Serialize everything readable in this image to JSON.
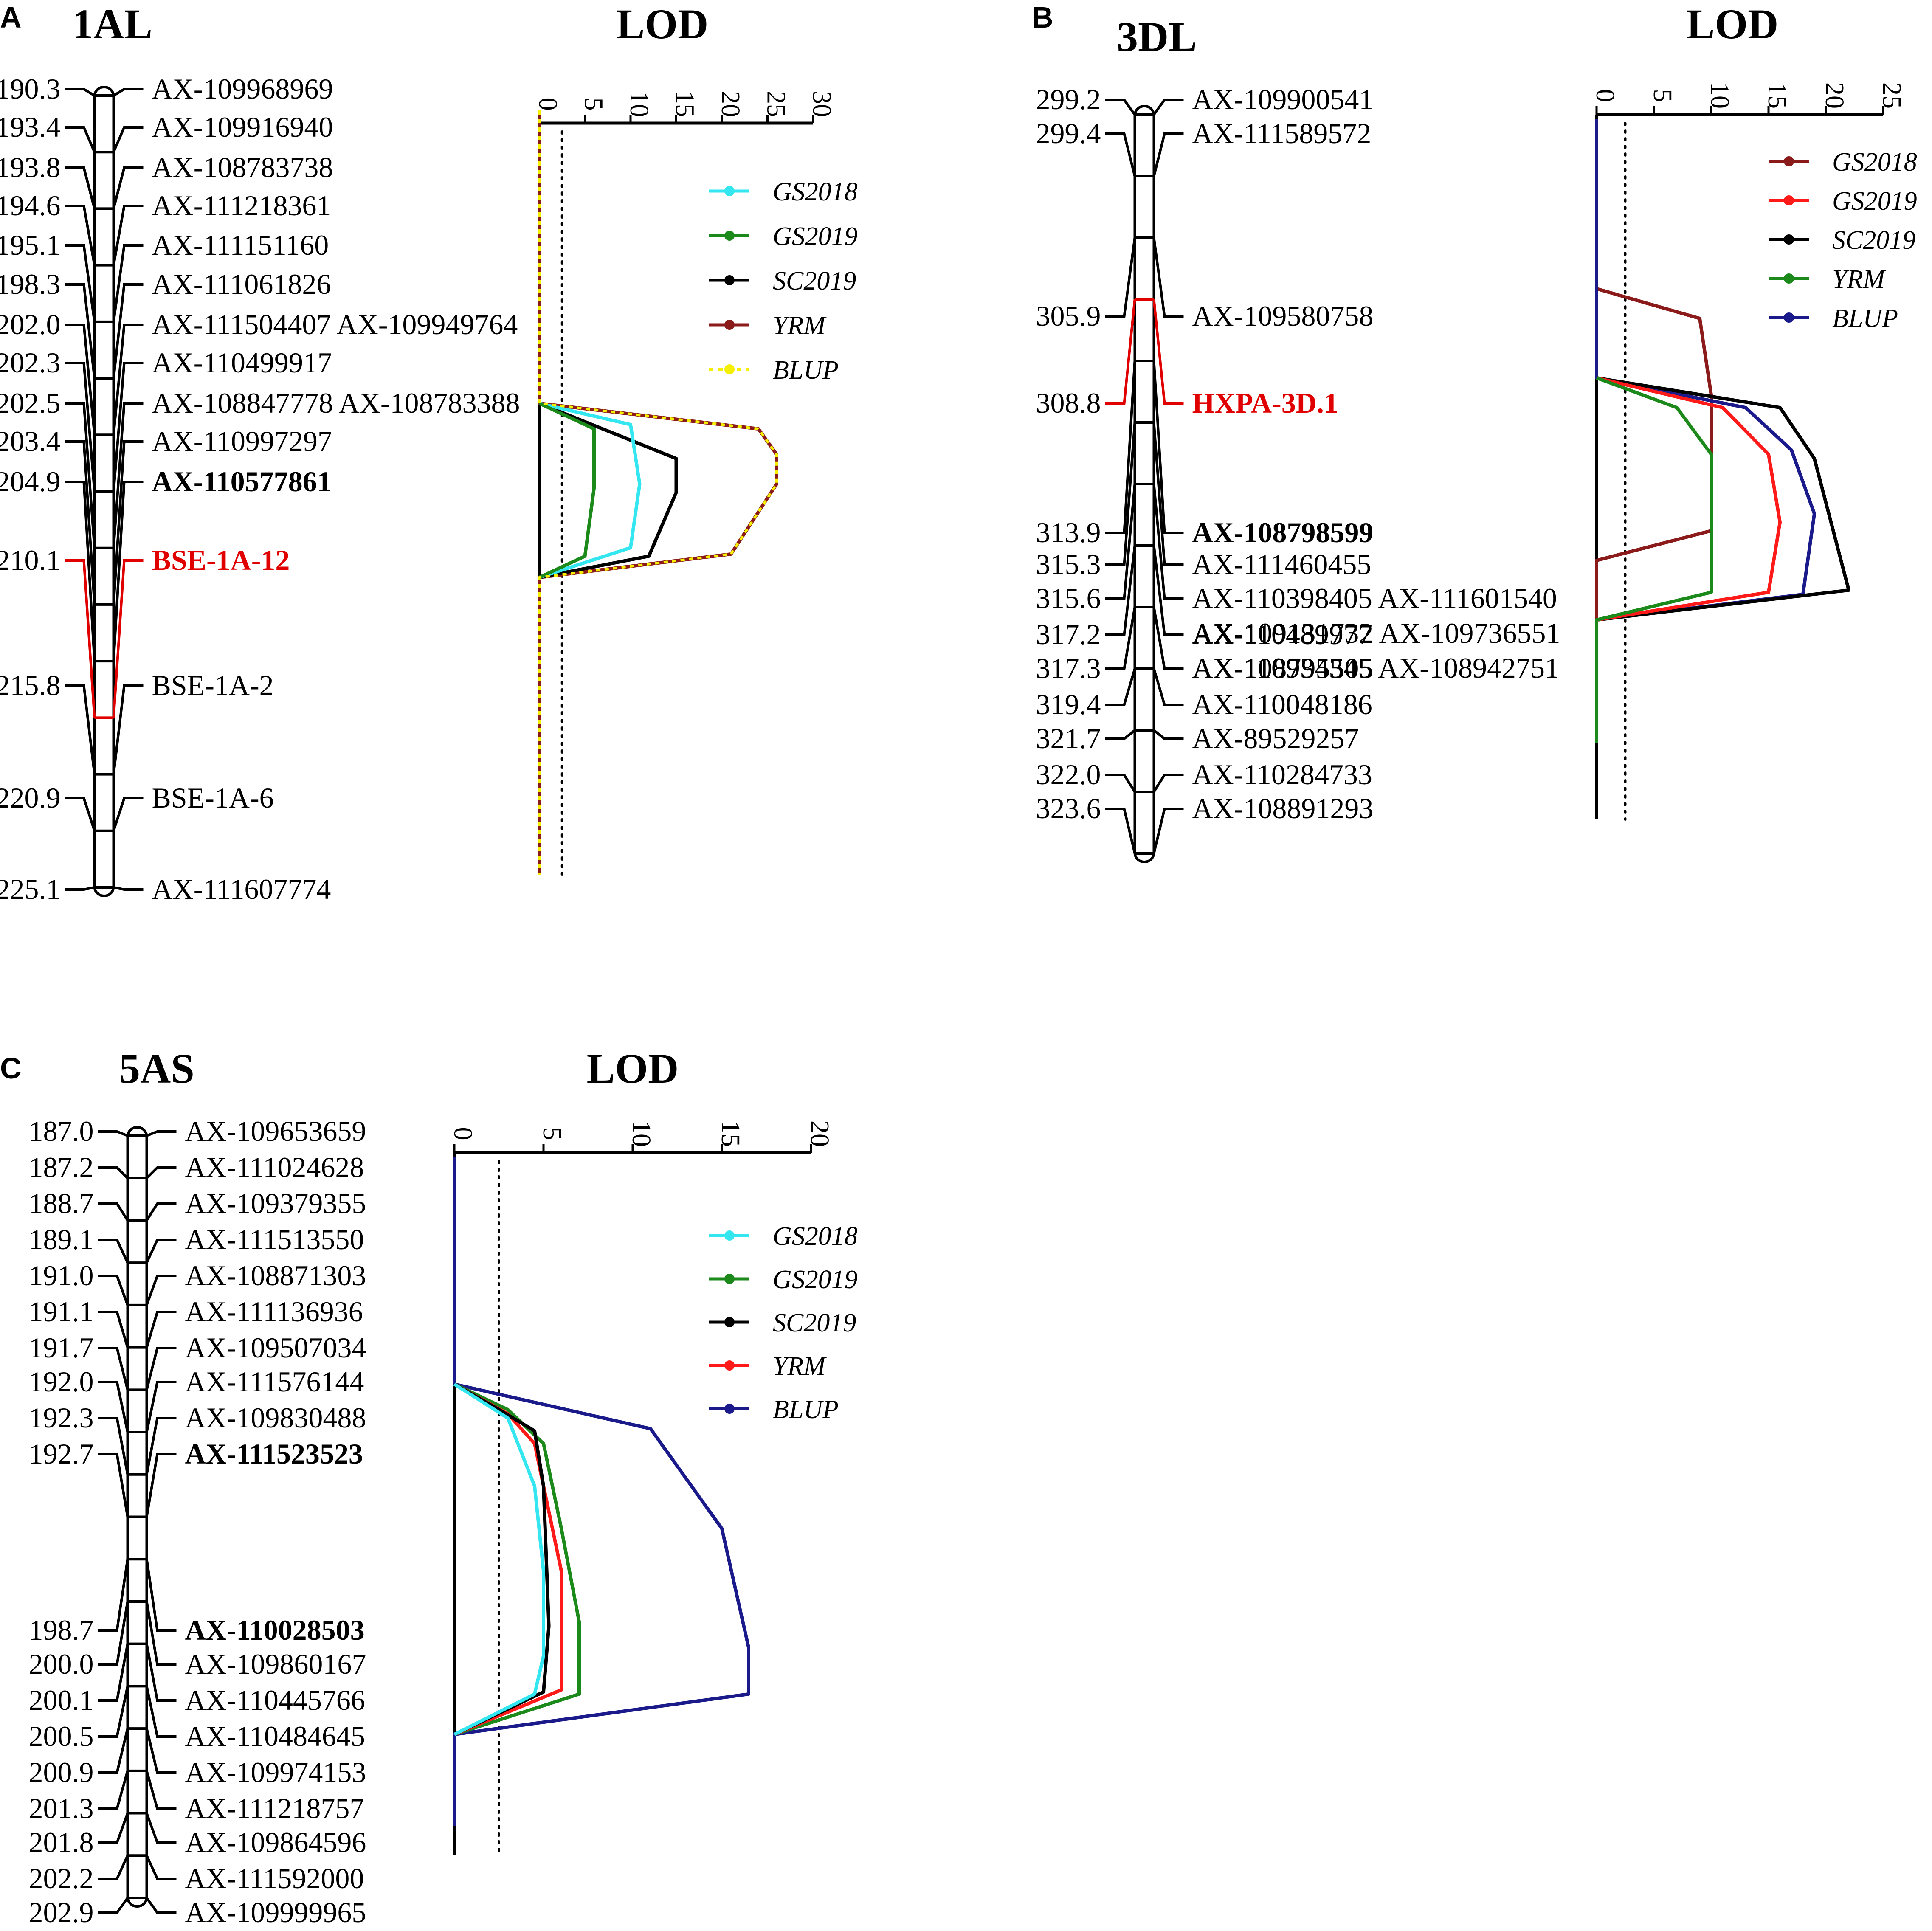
{
  "figure": {
    "panels": [
      {
        "id": "A",
        "letter": "A",
        "chromosome": "1AL",
        "lod_title": "LOD",
        "markers": [
          {
            "pos": "190.3",
            "names": [
              "AX-109968969"
            ],
            "style": "normal"
          },
          {
            "pos": "193.4",
            "names": [
              "AX-109916940"
            ],
            "style": "normal"
          },
          {
            "pos": "193.8",
            "names": [
              "AX-108783738"
            ],
            "style": "normal"
          },
          {
            "pos": "194.6",
            "names": [
              "AX-111218361"
            ],
            "style": "normal"
          },
          {
            "pos": "195.1",
            "names": [
              "AX-111151160"
            ],
            "style": "normal"
          },
          {
            "pos": "198.3",
            "names": [
              "AX-111061826"
            ],
            "style": "normal"
          },
          {
            "pos": "202.0",
            "names": [
              "AX-111504407 AX-109949764"
            ],
            "style": "normal"
          },
          {
            "pos": "202.3",
            "names": [
              "AX-110499917"
            ],
            "style": "normal"
          },
          {
            "pos": "202.5",
            "names": [
              "AX-108847778 AX-108783388"
            ],
            "style": "normal"
          },
          {
            "pos": "203.4",
            "names": [
              "AX-110997297"
            ],
            "style": "normal"
          },
          {
            "pos": "204.9",
            "names": [
              "AX-110577861"
            ],
            "style": "bold"
          },
          {
            "pos": "210.1",
            "names": [
              "BSE-1A-12"
            ],
            "style": "red"
          },
          {
            "pos": "215.8",
            "names": [
              "BSE-1A-2"
            ],
            "style": "normal"
          },
          {
            "pos": "220.9",
            "names": [
              "BSE-1A-6"
            ],
            "style": "normal"
          },
          {
            "pos": "225.1",
            "names": [
              "AX-111607774"
            ],
            "style": "normal"
          }
        ],
        "lod_axis": {
          "ticks": [
            "0",
            "5",
            "10",
            "15",
            "20",
            "25",
            "30"
          ],
          "max": 30,
          "threshold": 2.5
        },
        "legend": [
          {
            "name": "GS2018",
            "color": "#33e6f0",
            "dotted": false
          },
          {
            "name": "GS2019",
            "color": "#1b8a1b",
            "dotted": false
          },
          {
            "name": "SC2019",
            "color": "#000000",
            "dotted": false
          },
          {
            "name": "YRM",
            "color": "#8b1a1a",
            "dotted": false
          },
          {
            "name": "BLUP",
            "color": "#f4f000",
            "dotted": true
          }
        ]
      },
      {
        "id": "B",
        "letter": "B",
        "chromosome": "3DL",
        "lod_title": "LOD",
        "markers": [
          {
            "pos": "299.2",
            "names": [
              "AX-109900541"
            ],
            "style": "normal"
          },
          {
            "pos": "299.4",
            "names": [
              "AX-111589572"
            ],
            "style": "normal"
          },
          {
            "pos": "305.9",
            "names": [
              "AX-109580758"
            ],
            "style": "normal"
          },
          {
            "pos": "308.8",
            "names": [
              "HXPA-3D.1"
            ],
            "style": "red"
          },
          {
            "pos": "313.9",
            "names": [
              "AX-108798599"
            ],
            "style": "bold"
          },
          {
            "pos": "315.3",
            "names": [
              "AX-111460455"
            ],
            "style": "normal"
          },
          {
            "pos": "315.6",
            "names": [
              "AX-110398405 AX-111601540",
              "AX-109131732 AX-109736551",
              "AX-110934345 AX-108942751"
            ],
            "style": "normal"
          },
          {
            "pos": "317.2",
            "names": [
              "AX-110489977"
            ],
            "style": "normal"
          },
          {
            "pos": "317.3",
            "names": [
              "AX-108795505"
            ],
            "style": "normal"
          },
          {
            "pos": "319.4",
            "names": [
              "AX-110048186"
            ],
            "style": "normal"
          },
          {
            "pos": "321.7",
            "names": [
              "AX-89529257"
            ],
            "style": "normal"
          },
          {
            "pos": "322.0",
            "names": [
              "AX-110284733"
            ],
            "style": "normal"
          },
          {
            "pos": "323.6",
            "names": [
              "AX-108891293"
            ],
            "style": "normal"
          }
        ],
        "lod_axis": {
          "ticks": [
            "0",
            "5",
            "10",
            "15",
            "20",
            "25"
          ],
          "max": 25,
          "threshold": 2.5
        },
        "legend": [
          {
            "name": "GS2018",
            "color": "#8b1a1a",
            "dotted": false
          },
          {
            "name": "GS2019",
            "color": "#ff1a1a",
            "dotted": false
          },
          {
            "name": "SC2019",
            "color": "#000000",
            "dotted": false
          },
          {
            "name": "YRM",
            "color": "#1b8a1b",
            "dotted": false
          },
          {
            "name": "BLUP",
            "color": "#1a1a8b",
            "dotted": false
          }
        ]
      },
      {
        "id": "C",
        "letter": "C",
        "chromosome": "5AS",
        "lod_title": "LOD",
        "markers": [
          {
            "pos": "187.0",
            "names": [
              "AX-109653659"
            ],
            "style": "normal"
          },
          {
            "pos": "187.2",
            "names": [
              "AX-111024628"
            ],
            "style": "normal"
          },
          {
            "pos": "188.7",
            "names": [
              "AX-109379355"
            ],
            "style": "normal"
          },
          {
            "pos": "189.1",
            "names": [
              "AX-111513550"
            ],
            "style": "normal"
          },
          {
            "pos": "191.0",
            "names": [
              "AX-108871303"
            ],
            "style": "normal"
          },
          {
            "pos": "191.1",
            "names": [
              "AX-111136936"
            ],
            "style": "normal"
          },
          {
            "pos": "191.7",
            "names": [
              "AX-109507034"
            ],
            "style": "normal"
          },
          {
            "pos": "192.0",
            "names": [
              "AX-111576144"
            ],
            "style": "normal"
          },
          {
            "pos": "192.3",
            "names": [
              "AX-109830488"
            ],
            "style": "normal"
          },
          {
            "pos": "192.7",
            "names": [
              "AX-111523523"
            ],
            "style": "bold"
          },
          {
            "pos": "198.7",
            "names": [
              "AX-110028503"
            ],
            "style": "bold"
          },
          {
            "pos": "200.0",
            "names": [
              "AX-109860167"
            ],
            "style": "normal"
          },
          {
            "pos": "200.1",
            "names": [
              "AX-110445766"
            ],
            "style": "normal"
          },
          {
            "pos": "200.5",
            "names": [
              "AX-110484645"
            ],
            "style": "normal"
          },
          {
            "pos": "200.9",
            "names": [
              "AX-109974153"
            ],
            "style": "normal"
          },
          {
            "pos": "201.3",
            "names": [
              "AX-111218757"
            ],
            "style": "normal"
          },
          {
            "pos": "201.8",
            "names": [
              "AX-109864596"
            ],
            "style": "normal"
          },
          {
            "pos": "202.2",
            "names": [
              "AX-111592000"
            ],
            "style": "normal"
          },
          {
            "pos": "202.9",
            "names": [
              "AX-109999965"
            ],
            "style": "normal"
          }
        ],
        "lod_axis": {
          "ticks": [
            "0",
            "5",
            "10",
            "15",
            "20"
          ],
          "max": 20,
          "threshold": 2.5
        },
        "legend": [
          {
            "name": "GS2018",
            "color": "#33e6f0",
            "dotted": false
          },
          {
            "name": "GS2019",
            "color": "#1b8a1b",
            "dotted": false
          },
          {
            "name": "SC2019",
            "color": "#000000",
            "dotted": false
          },
          {
            "name": "YRM",
            "color": "#ff1a1a",
            "dotted": false
          },
          {
            "name": "BLUP",
            "color": "#1a1a8b",
            "dotted": false
          }
        ]
      }
    ]
  }
}
